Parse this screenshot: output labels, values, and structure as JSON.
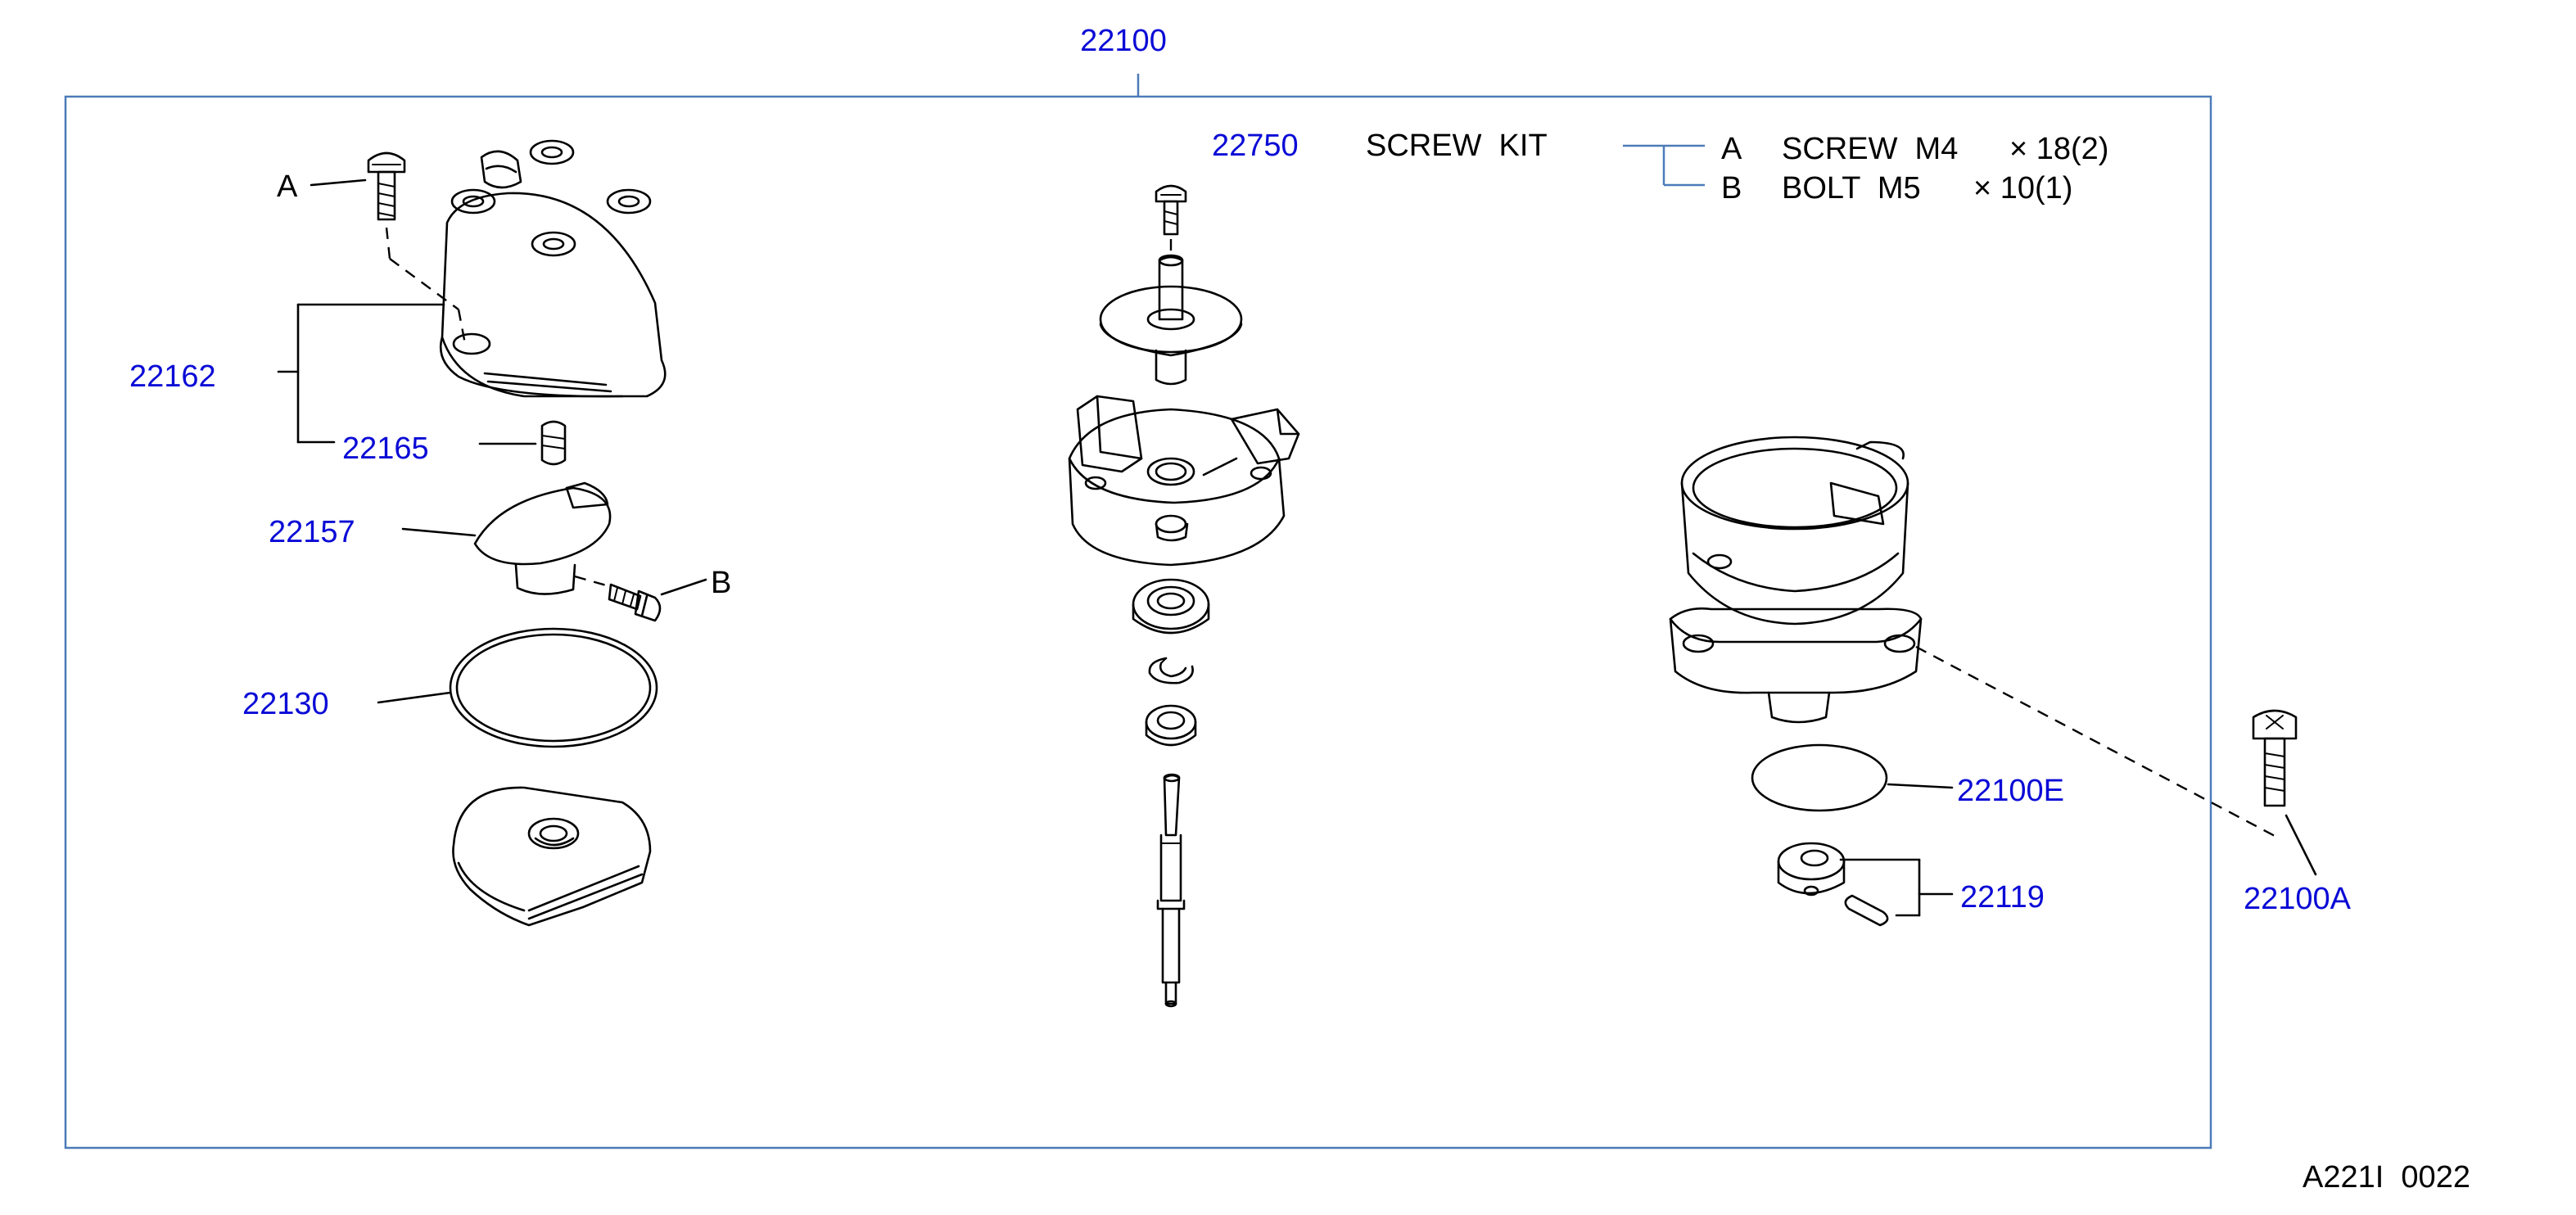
{
  "assembly": {
    "part": "22100"
  },
  "screw_kit": {
    "part": "22750",
    "title": "SCREW  KIT",
    "items": [
      {
        "key": "A",
        "desc": "SCREW  M4",
        "qty": "× 18(2)"
      },
      {
        "key": "B",
        "desc": "BOLT  M5",
        "qty": "× 10(1)"
      }
    ]
  },
  "callouts": {
    "a": "A",
    "b": "B",
    "p22162": "22162",
    "p22165": "22165",
    "p22157": "22157",
    "p22130": "22130",
    "p22100E": "22100E",
    "p22119": "22119",
    "p22100A": "22100A"
  },
  "footer": {
    "drawing_code": "A221I  0022"
  },
  "colors": {
    "part_number": "#0a0ad6",
    "frame": "#4c7bb8",
    "line": "#000000"
  }
}
